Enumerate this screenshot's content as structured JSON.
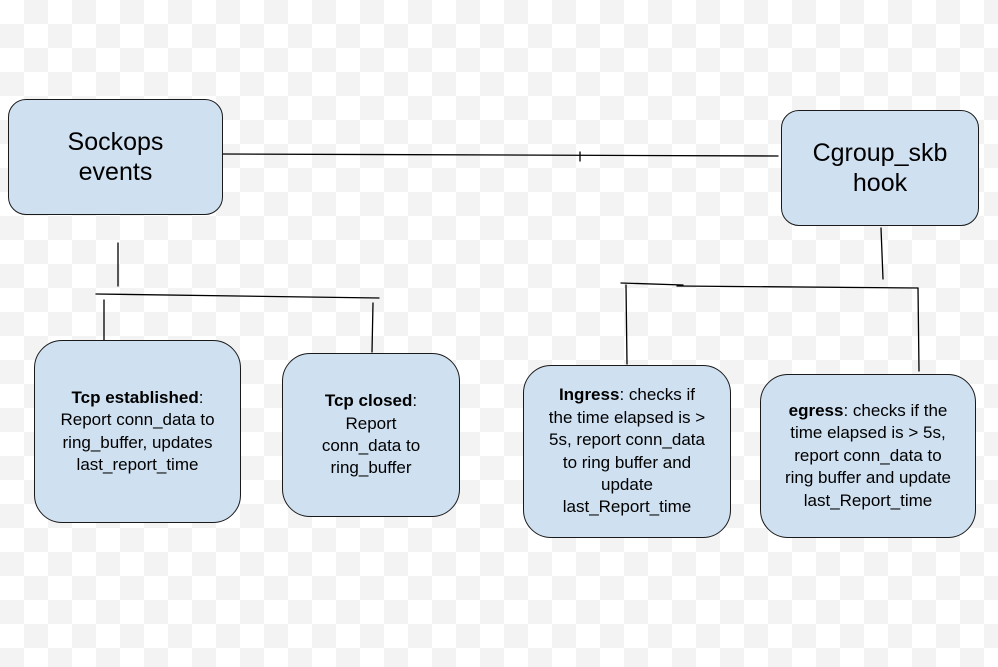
{
  "colors": {
    "node_fill": "#cfe0f1",
    "node_border": "#1a1a1a",
    "connector": "#000000"
  },
  "nodes": {
    "sockops": {
      "title": "Sockops events"
    },
    "cgroup": {
      "title": "Cgroup_skb hook"
    },
    "tcp_established": {
      "bold": "Tcp established",
      "rest": ": Report conn_data to ring_buffer, updates last_report_time"
    },
    "tcp_closed": {
      "bold": "Tcp closed",
      "rest": ": Report conn_data to ring_buffer"
    },
    "ingress": {
      "bold": "Ingress",
      "rest": ": checks if the time elapsed is > 5s, report conn_data to ring buffer and update last_Report_time"
    },
    "egress": {
      "bold": "egress",
      "rest": ": checks if the time elapsed is > 5s, report conn_data to ring buffer and update last_Report_time"
    }
  }
}
